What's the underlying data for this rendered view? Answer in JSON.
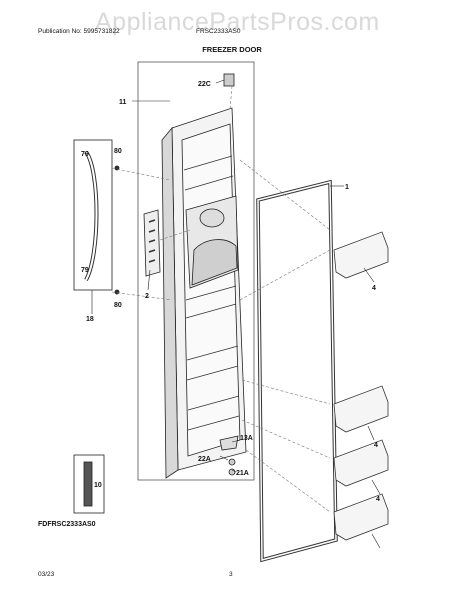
{
  "publication": "Publication No: 5995731822",
  "model": "FRSC2333AS0",
  "watermark": "AppliancePartsPros.com",
  "title": "FREEZER DOOR",
  "diagram_code": "FDFRSC2333AS0",
  "date": "03/23",
  "page": "3",
  "labels": {
    "p1": "1",
    "p2": "2",
    "p4a": "4",
    "p4b": "4",
    "p4c": "4",
    "p10": "10",
    "p11": "11",
    "p13a": "13A",
    "p18": "18",
    "p21a": "21A",
    "p22a": "22A",
    "p22c": "22C",
    "p79a": "79",
    "p79b": "79",
    "p80a": "80",
    "p80b": "80"
  }
}
